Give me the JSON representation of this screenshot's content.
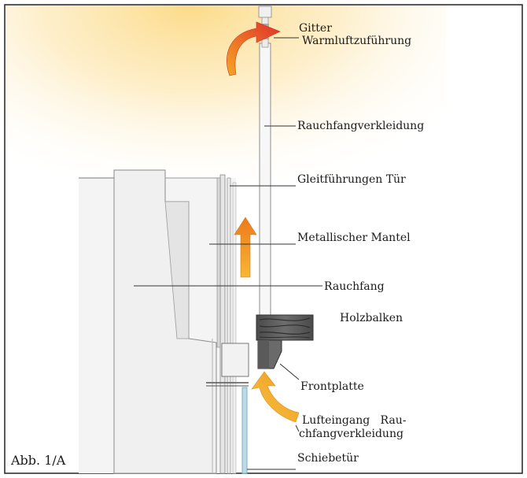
{
  "caption": "Abb. 1/A",
  "labels": {
    "gitter": "Gitter",
    "warmluft": "Warmluftzuführung",
    "rauchfangverkleidung": "Rauchfangverkleidung",
    "gleitfuehrungen": "Gleitführungen Tür",
    "metallischer_mantel": "Metallischer Mantel",
    "rauchfang": "Rauchfang",
    "holzbalken": "Holzbalken",
    "frontplatte": "Frontplatte",
    "lufteingang_line1": "Lufteingang   Rau-",
    "lufteingang_line2": "chfangverkleidung",
    "schiebetuer": "Schiebetür"
  },
  "arrows": {
    "warm_air_out": {
      "icon": "curved-arrow-right-icon",
      "color": "#e0402a"
    },
    "air_rising": {
      "icon": "arrow-up-icon",
      "color": "#f0921e"
    },
    "air_intake": {
      "icon": "curved-arrow-up-icon",
      "color": "#f2a81d"
    }
  },
  "colors": {
    "frame": "#222222",
    "warm_glow": "#fde6a8",
    "chimney_fill": "#f3f3f3",
    "wood": "#5a5a5a",
    "door_glass": "#9cc6d8"
  }
}
